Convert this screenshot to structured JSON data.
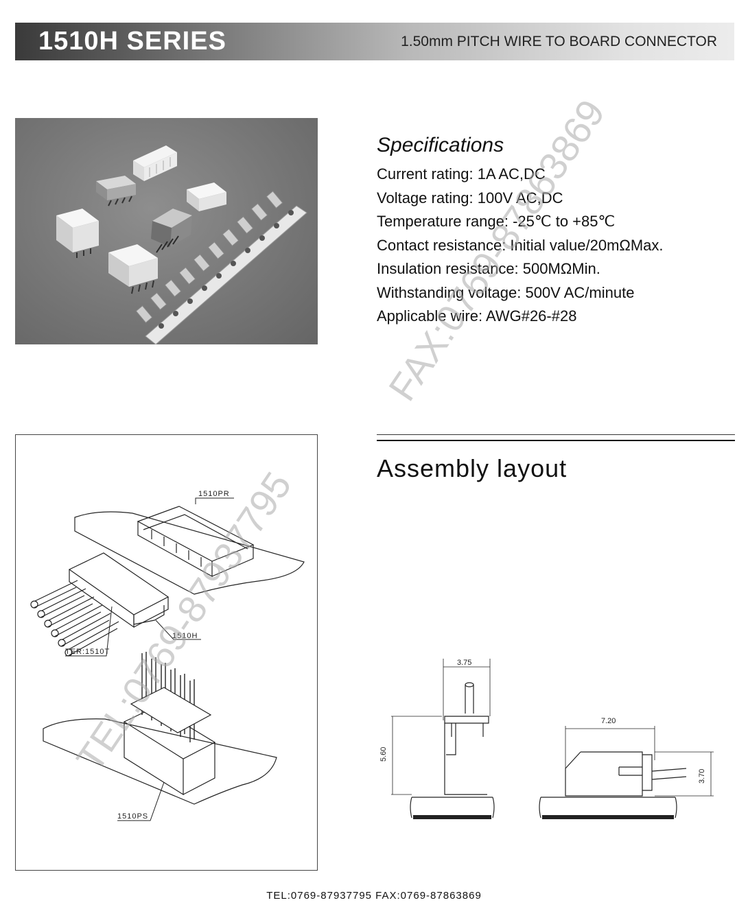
{
  "header": {
    "series": "1510H SERIES",
    "subtitle": "1.50mm PITCH WIRE TO BOARD CONNECTOR"
  },
  "specifications": {
    "title": "Specifications",
    "lines": [
      "Current rating: 1A AC,DC",
      "Voltage rating: 100V AC,DC",
      "Temperature range: -25℃ to +85℃",
      "Contact resistance: Initial value/20mΩMax.",
      "Insulation resistance: 500MΩMin.",
      "Withstanding voltage: 500V AC/minute",
      "Applicable wire: AWG#26-#28"
    ]
  },
  "assembly": {
    "title": "Assembly layout",
    "labels": {
      "pr": "1510PR",
      "h": "1510H",
      "ter": "TER:1510T",
      "ps": "1510PS"
    },
    "dimensions": {
      "width_a": "3.75",
      "height_a": "5.60",
      "width_b": "7.20",
      "height_b": "3.70"
    }
  },
  "watermarks": {
    "fax": "FAX:0769-87863869",
    "tel": "TEL:0769-87937795"
  },
  "footer": "TEL:0769-87937795   FAX:0769-87863869",
  "colors": {
    "header_dark": "#3a3a3a",
    "photo_bg": "#777777"
  }
}
